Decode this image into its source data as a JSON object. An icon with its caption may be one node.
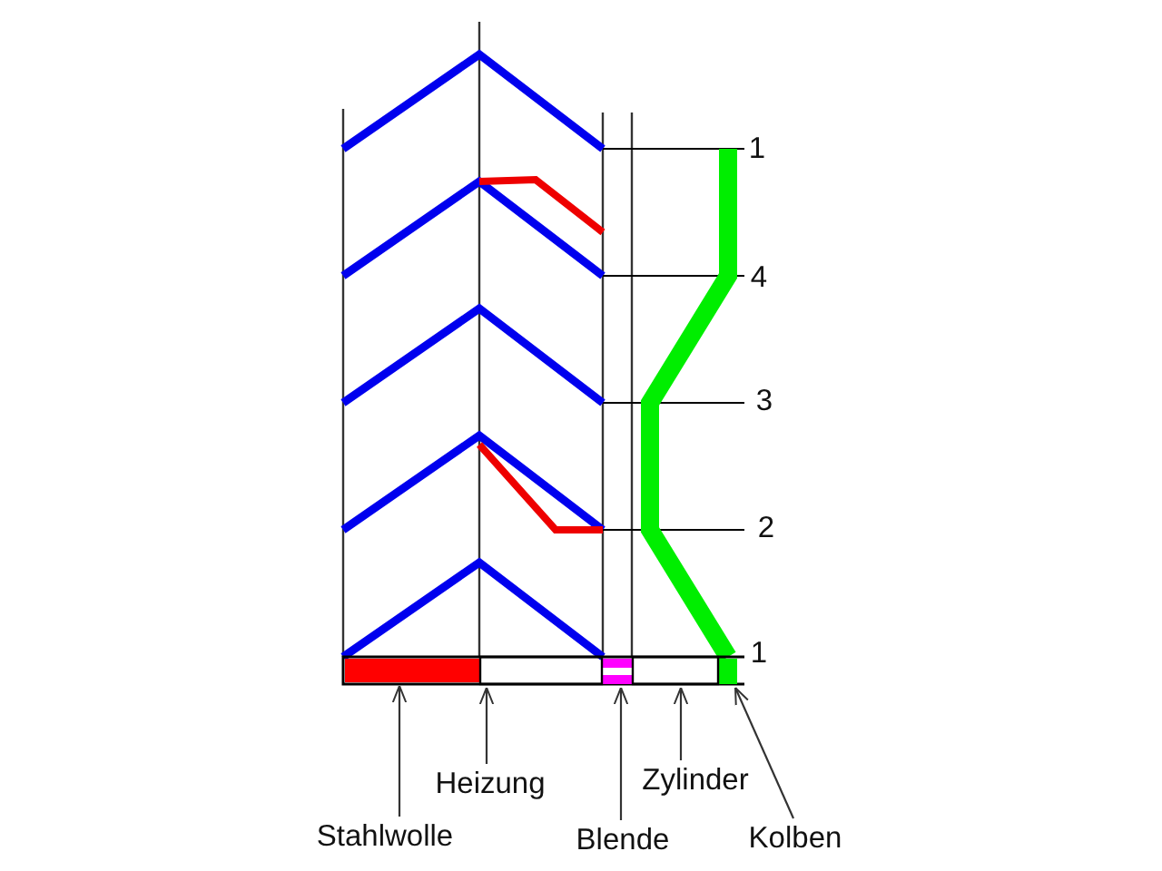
{
  "diagram": {
    "nodes": [
      {
        "text": [
          "Stahlwolle"
        ]
      },
      {
        "text": [
          "Heizung"
        ]
      },
      {
        "text": [
          "Blende"
        ]
      },
      {
        "text": [
          "Zylinder"
        ]
      },
      {
        "text": [
          "Kolben"
        ]
      },
      {
        "text": [],
        "shape": "bar"
      },
      {
        "text": [],
        "shape": "bar"
      },
      {
        "text": [],
        "shape": "bar"
      },
      {
        "text": [],
        "shape": "box"
      },
      {
        "text": [],
        "shape": "box"
      }
    ],
    "edges": [
      {
        "from": 0,
        "to": 5,
        "arrow": "to"
      },
      {
        "from": 1,
        "to": 8,
        "arrow": "to"
      },
      {
        "from": 2,
        "to": 6,
        "arrow": "to"
      },
      {
        "from": 3,
        "to": 9,
        "arrow": "to"
      },
      {
        "from": 4,
        "to": 7,
        "arrow": "to"
      }
    ],
    "labels": [
      "1",
      "4",
      "3",
      "2",
      "1"
    ]
  }
}
